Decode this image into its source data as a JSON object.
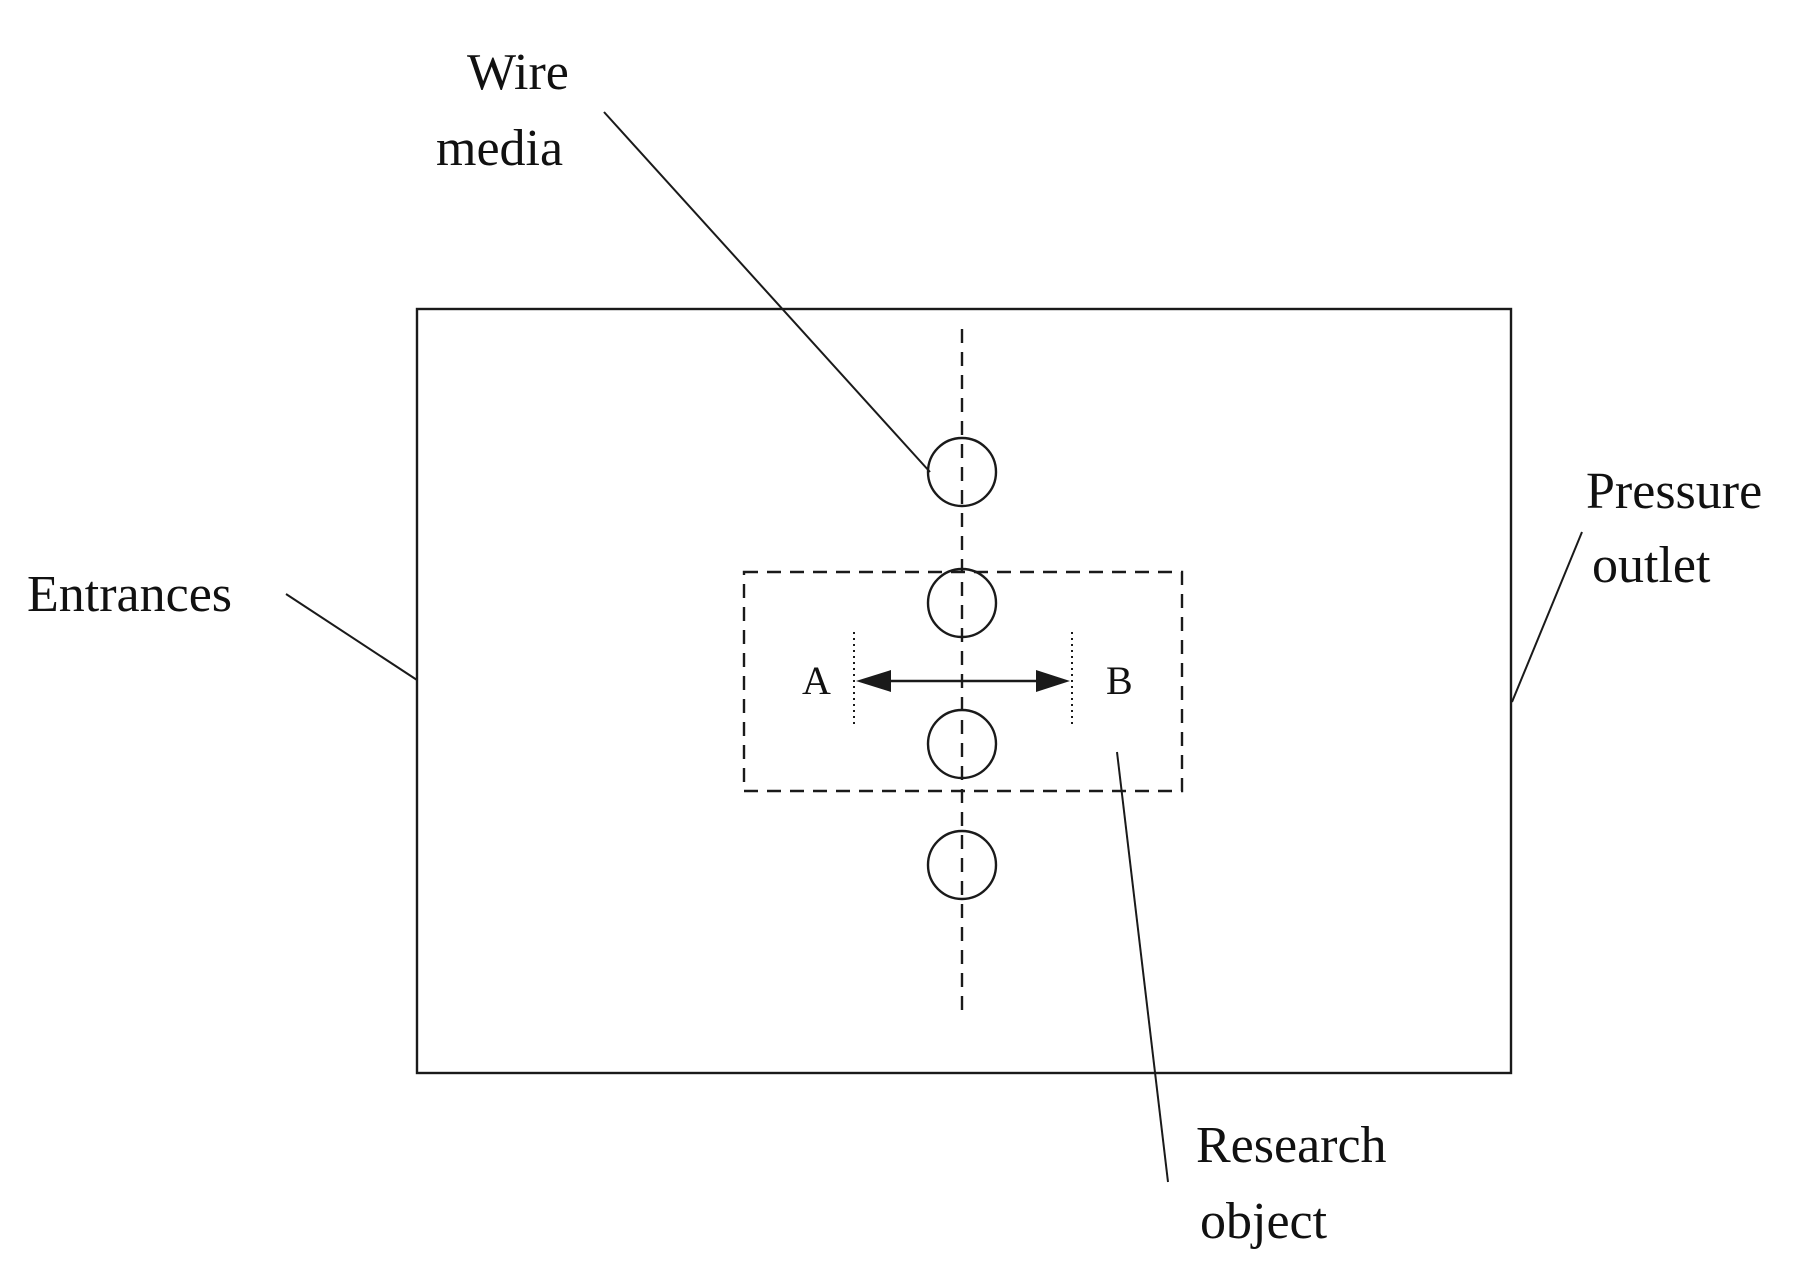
{
  "labels": {
    "wire_media": [
      "Wire",
      "media"
    ],
    "entrances": "Entrances",
    "pressure_outlet": [
      "Pressure",
      "outlet"
    ],
    "research_object": [
      "Research",
      "object"
    ],
    "point_a": "A",
    "point_b": "B"
  },
  "colors": {
    "line": "#1a1a1a",
    "text": "#111111",
    "background": "#ffffff"
  }
}
